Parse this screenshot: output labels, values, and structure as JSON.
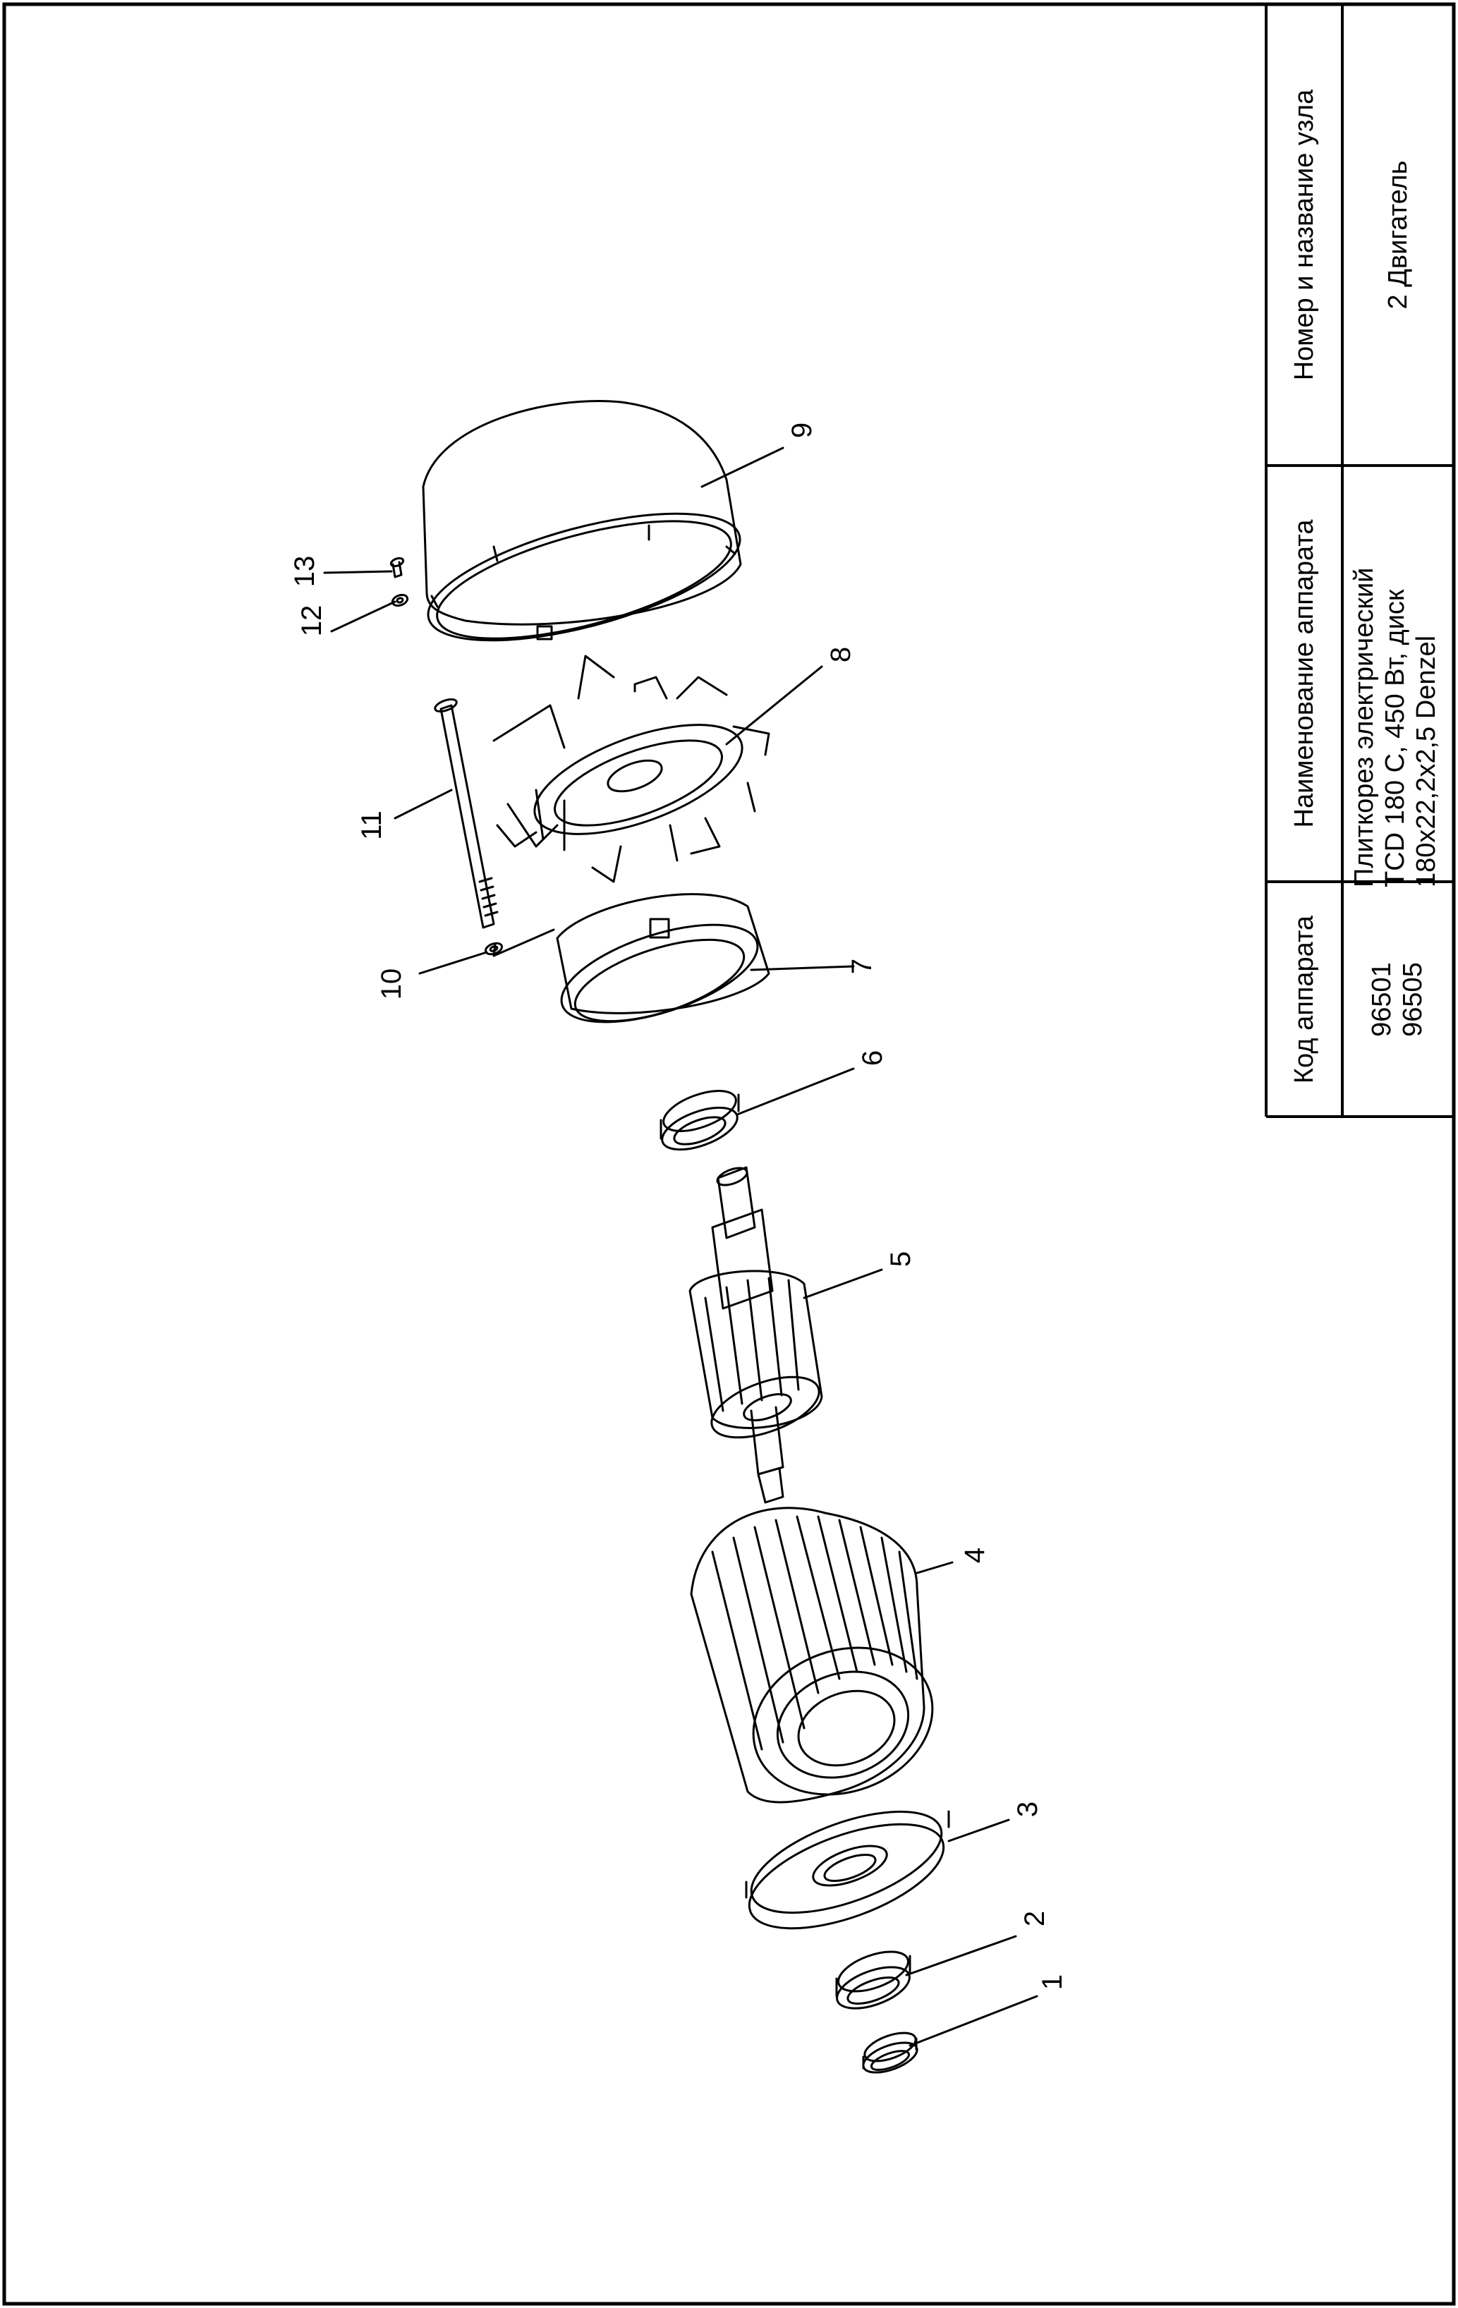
{
  "title_block": {
    "headers": {
      "code": "Код аппарата",
      "device_name": "Наименование аппарата",
      "assembly": "Номер и название узла"
    },
    "codes": [
      "96501",
      "96505"
    ],
    "device_name_lines": [
      "Плиткорез электрический",
      "TCD 180 C, 450 Вт, диск",
      "180x22,2x2,5 Denzel"
    ],
    "assembly_name": "2 Двигатель"
  },
  "callouts": [
    "1",
    "2",
    "3",
    "4",
    "5",
    "6",
    "7",
    "8",
    "9",
    "10",
    "11",
    "12",
    "13"
  ],
  "colors": {
    "stroke": "#000000",
    "background": "#ffffff"
  }
}
